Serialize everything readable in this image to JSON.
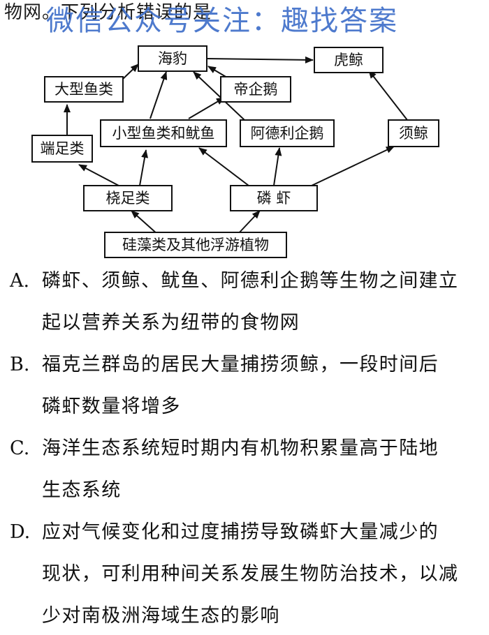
{
  "header": {
    "question_tail": "物网。下列分析错误的是",
    "watermark": "微信公众号关注：趣找答案"
  },
  "food_web": {
    "nodes": {
      "seal": "海豹",
      "orca": "虎鲸",
      "large_fish": "大型鱼类",
      "emperor_penguin": "帝企鹅",
      "small_fish_squid": "小型鱼类和鱿鱼",
      "adelie_penguin": "阿德利企鹅",
      "baleen_whale": "须鲸",
      "copepod": "端足类",
      "oar_foot": "桡足类",
      "krill": "磷 虾",
      "producers": "硅藻类及其他浮游植物"
    }
  },
  "options": [
    {
      "letter": "A.",
      "lines": [
        "磷虾、须鲸、鱿鱼、阿德利企鹅等生物之间建立",
        "起以营养关系为纽带的食物网"
      ]
    },
    {
      "letter": "B.",
      "lines": [
        "福克兰群岛的居民大量捕捞须鲸，一段时间后",
        "磷虾数量将增多"
      ]
    },
    {
      "letter": "C.",
      "lines": [
        "海洋生态系统短时期内有机物积累量高于陆地",
        "生态系统"
      ]
    },
    {
      "letter": "D.",
      "lines": [
        "应对气候变化和过度捕捞导致磷虾大量减少的",
        "现状，可利用种间关系发展生物防治技术，以减",
        "少对南极洲海域生态的影响"
      ]
    }
  ]
}
